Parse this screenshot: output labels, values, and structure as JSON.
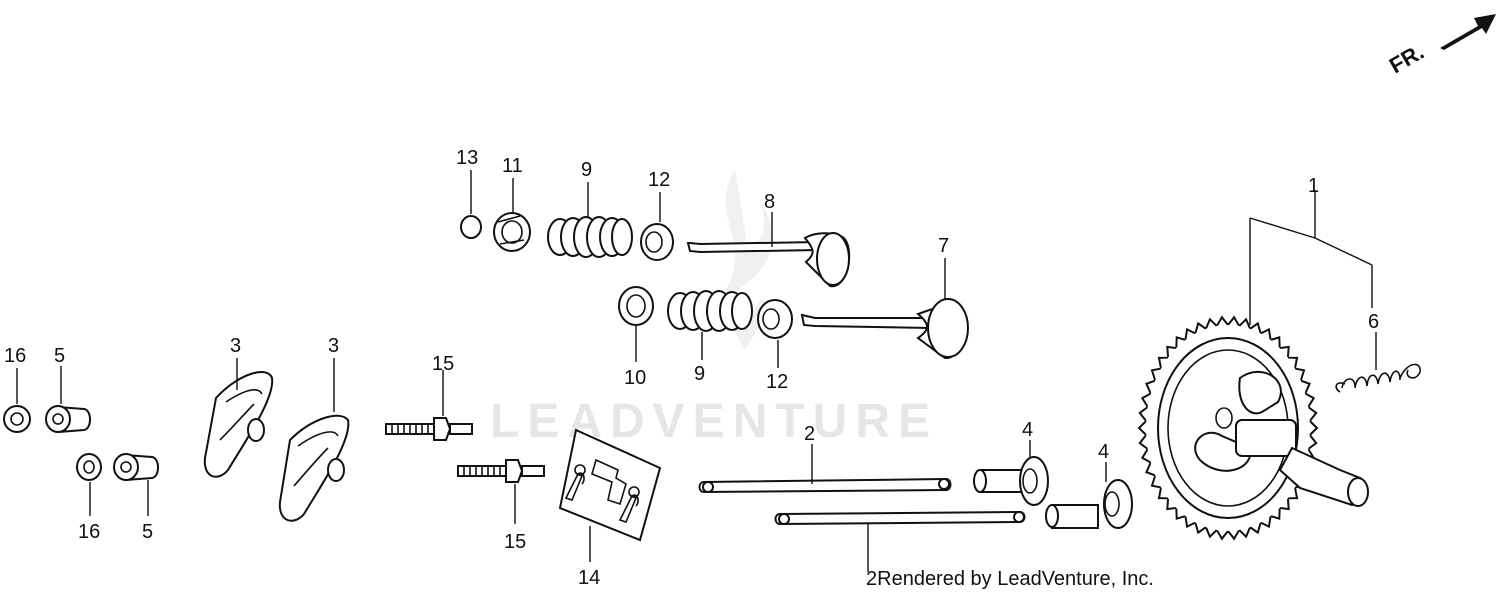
{
  "watermark": "LEADVENTURE",
  "direction_indicator": "FR.",
  "credit": "Rendered by LeadVenture, Inc.",
  "callouts": {
    "c13": "13",
    "c11": "11",
    "c9a": "9",
    "c12a": "12",
    "c8": "8",
    "c7": "7",
    "c10": "10",
    "c9b": "9",
    "c12b": "12",
    "c1": "1",
    "c6": "6",
    "c16a": "16",
    "c5a": "5",
    "c3a": "3",
    "c3b": "3",
    "c15a": "15",
    "c16b": "16",
    "c5b": "5",
    "c15b": "15",
    "c14": "14",
    "c2a": "2",
    "c2b": "2",
    "c4a": "4",
    "c4b": "4"
  }
}
